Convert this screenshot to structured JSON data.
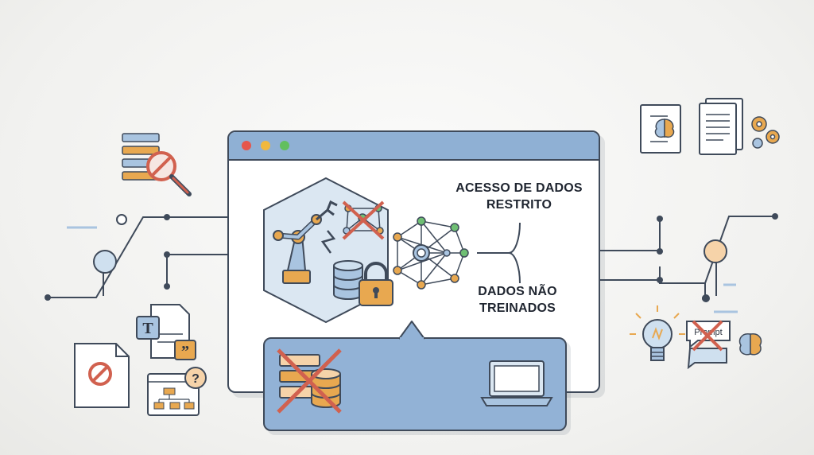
{
  "labels": {
    "restricted_line1": "ACESSO DE DADOS",
    "restricted_line2": "RESTRITO",
    "untrained_line1": "DADOS NÃO",
    "untrained_line2": "TREINADOS",
    "prompt_text": "Prompt"
  },
  "colors": {
    "line": "#3f4a5a",
    "window_bar": "#8fb0d4",
    "panel": "#92b2d6",
    "dot_red": "#e5564c",
    "dot_yellow": "#f0b83e",
    "dot_green": "#62bf5f",
    "cross": "#d1614f",
    "accent_orange": "#e8a850",
    "accent_blue": "#a9c4e0",
    "node_green": "#6fbf73"
  }
}
